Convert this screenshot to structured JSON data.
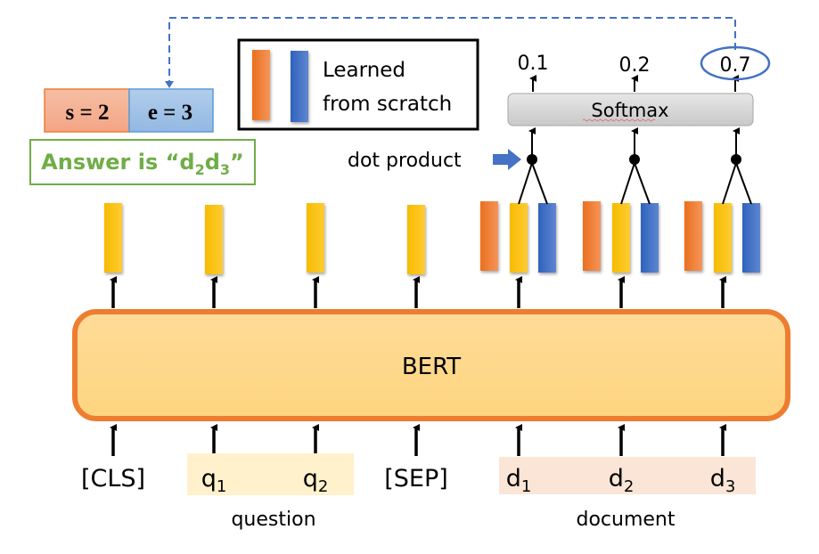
{
  "colors": {
    "orange_vec": "#ED7D31",
    "yellow_vec": "#FFC000",
    "blue_vec": "#4472C4",
    "bert_fill": "#FED88F",
    "bert_border": "#ED7D31",
    "question_bg": "#FFF1CC",
    "document_bg": "#FBE5D6",
    "start_box": "#F4B183",
    "end_box": "#9DC3E6",
    "answer_green": "#70AD47",
    "dashed_blue": "#4472C4",
    "softmax_fill": "#D9D9D9"
  },
  "output": {
    "start_label": "s = 2",
    "end_label": "e = 3",
    "answer_prefix": "Answer is “",
    "answer_tokens": [
      {
        "base": "d",
        "sub": "2"
      },
      {
        "base": "d",
        "sub": "3"
      }
    ],
    "answer_suffix": "”"
  },
  "legend": {
    "line1": "Learned",
    "line2": "from scratch"
  },
  "softmax": {
    "label": "Softmax",
    "probabilities": [
      "0.1",
      "0.2",
      "0.7"
    ],
    "highlighted_index": 2
  },
  "dot_product_label": "dot product",
  "bert_label": "BERT",
  "inputs": [
    {
      "base": "[CLS]",
      "sub": ""
    },
    {
      "base": "q",
      "sub": "1"
    },
    {
      "base": "q",
      "sub": "2"
    },
    {
      "base": "[SEP]",
      "sub": ""
    },
    {
      "base": "d",
      "sub": "1"
    },
    {
      "base": "d",
      "sub": "2"
    },
    {
      "base": "d",
      "sub": "3"
    }
  ],
  "groups": {
    "question": "question",
    "document": "document"
  }
}
